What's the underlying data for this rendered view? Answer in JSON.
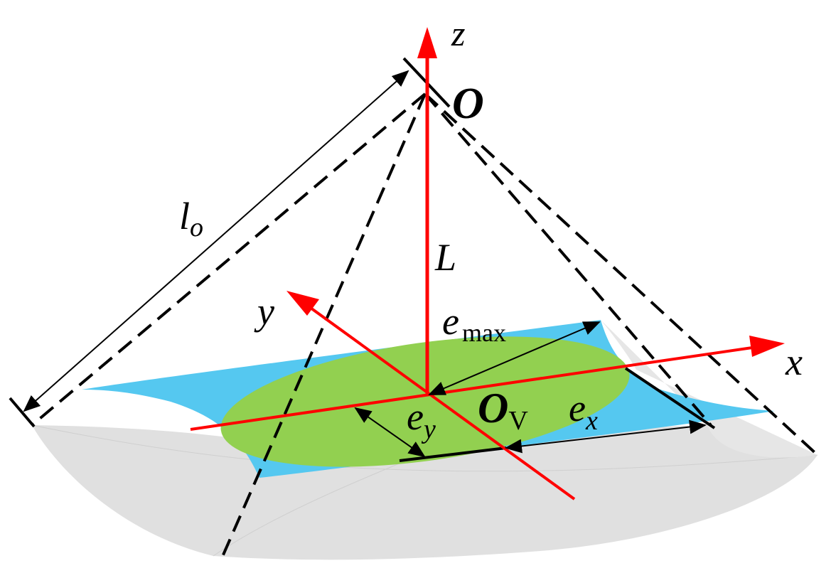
{
  "diagram": {
    "labels": {
      "z_axis": "z",
      "x_axis": "x",
      "y_axis": "y",
      "origin_top": "O",
      "length_L": "L",
      "l_main": "l",
      "l_sub": "o",
      "emax_main": "e",
      "emax_sub": "max",
      "ex_main": "e",
      "ex_sub": "x",
      "ey_main": "e",
      "ey_sub": "y",
      "ov_main": "O",
      "ov_sub": "V"
    },
    "colors": {
      "axis": "#ff0000",
      "membrane": "#55c8f0",
      "ellipse": "#92d050",
      "surface": "#e0e0e0",
      "dashed": "#000000"
    }
  }
}
